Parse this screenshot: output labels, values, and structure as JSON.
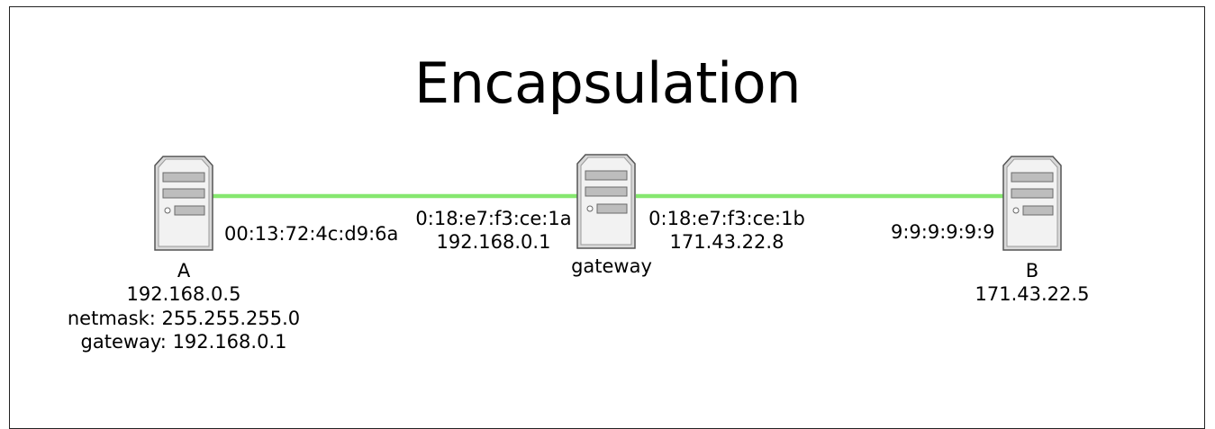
{
  "title": "Encapsulation",
  "colors": {
    "link": "#86e76f",
    "server_body": "#e6e6e6",
    "server_outline": "#5a5a5a"
  },
  "hosts": {
    "a": {
      "name": "A",
      "ip": "192.168.0.5",
      "netmask": "netmask: 255.255.255.0",
      "gateway": "gateway: 192.168.0.1",
      "mac": "00:13:72:4c:d9:6a",
      "icon": "server-icon"
    },
    "gateway": {
      "name": "gateway",
      "left_mac": "0:18:e7:f3:ce:1a",
      "left_ip": "192.168.0.1",
      "right_mac": "0:18:e7:f3:ce:1b",
      "right_ip": "171.43.22.8",
      "icon": "server-icon"
    },
    "b": {
      "name": "B",
      "ip": "171.43.22.5",
      "mac": "9:9:9:9:9:9",
      "icon": "server-icon"
    }
  }
}
